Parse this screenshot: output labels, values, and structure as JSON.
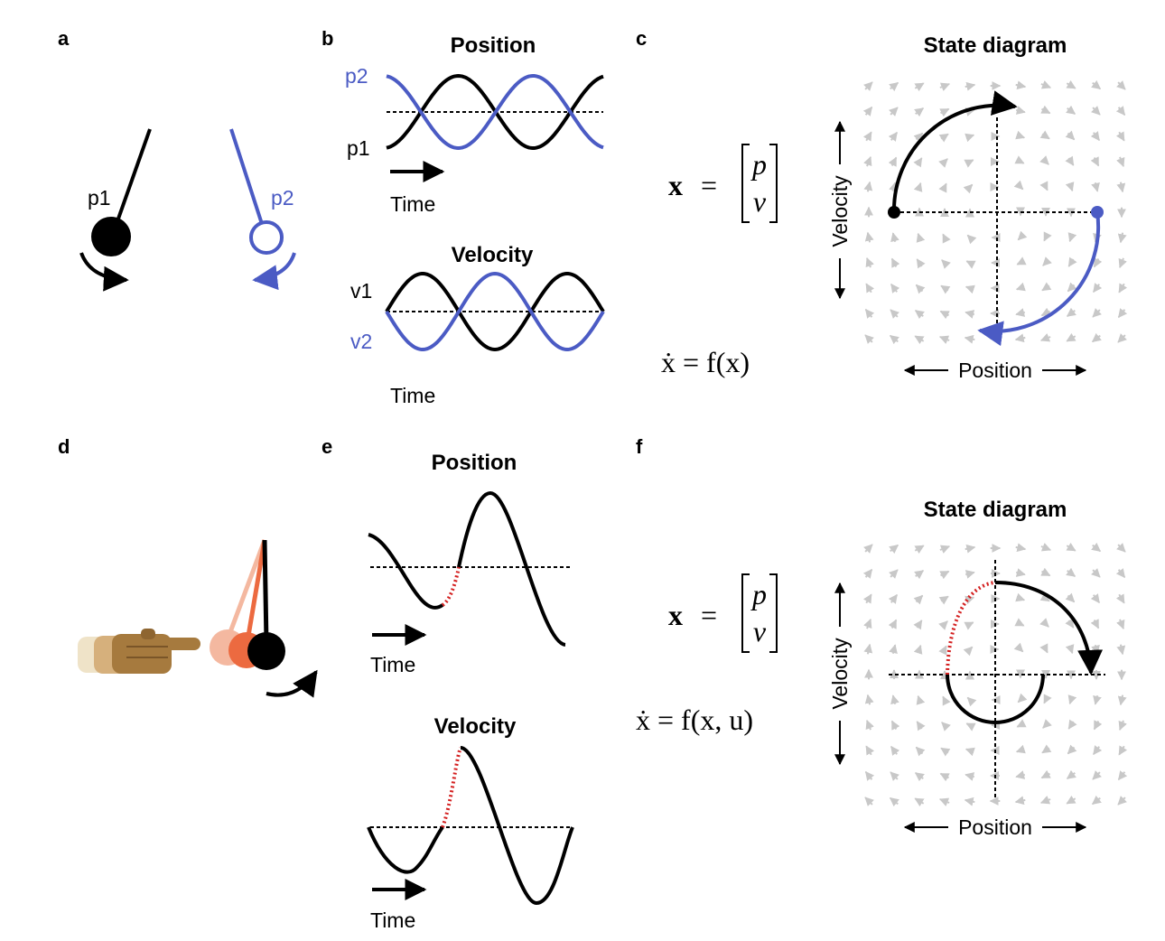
{
  "colors": {
    "black": "#000000",
    "blue": "#4b5bc4",
    "red": "#d42020",
    "gray_arrows": "#c8c8c8",
    "pend_faded1": "#f4b8a0",
    "pend_faded2": "#ec6a40"
  },
  "panels": {
    "a": {
      "letter": "a",
      "label1": "p1",
      "label2": "p2"
    },
    "b": {
      "letter": "b",
      "position_title": "Position",
      "velocity_title": "Velocity",
      "p2_label": "p2",
      "p1_label": "p1",
      "v1_label": "v1",
      "v2_label": "v2",
      "time_label_1": "Time",
      "time_label_2": "Time"
    },
    "c": {
      "letter": "c",
      "title": "State diagram",
      "x_axis_label": "Position",
      "y_axis_label": "Velocity",
      "state_eq_lhs": "x",
      "state_eq_top": "p",
      "state_eq_bottom": "v",
      "dyn_eq": "ẋ = f(x)"
    },
    "d": {
      "letter": "d",
      "icons": [
        "hand-pointing-icon"
      ]
    },
    "e": {
      "letter": "e",
      "position_title": "Position",
      "velocity_title": "Velocity",
      "time_label_1": "Time",
      "time_label_2": "Time"
    },
    "f": {
      "letter": "f",
      "title": "State diagram",
      "x_axis_label": "Position",
      "y_axis_label": "Velocity",
      "state_eq_lhs": "x",
      "state_eq_top": "p",
      "state_eq_bottom": "v",
      "dyn_eq": "ẋ = f(x, u)"
    }
  }
}
